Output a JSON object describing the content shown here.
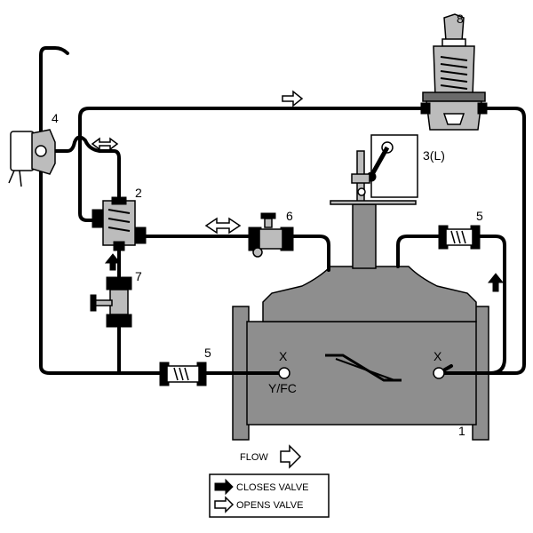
{
  "labels": {
    "component_1": "1",
    "component_2": "2",
    "component_3": "3(L)",
    "component_4": "4",
    "component_5_top": "5",
    "component_5_bottom": "5",
    "component_6": "6",
    "component_7": "7",
    "component_8": "8",
    "port_left_marker": "X",
    "port_right_marker": "X",
    "port_left_name": "Y/FC",
    "flow": "FLOW"
  },
  "legend": {
    "closes": "CLOSES VALVE",
    "opens": "OPENS VALVE"
  },
  "colors": {
    "valve_body": "#8e8e8e",
    "pipe": "#000000",
    "light_grey": "#bcbcbc"
  }
}
